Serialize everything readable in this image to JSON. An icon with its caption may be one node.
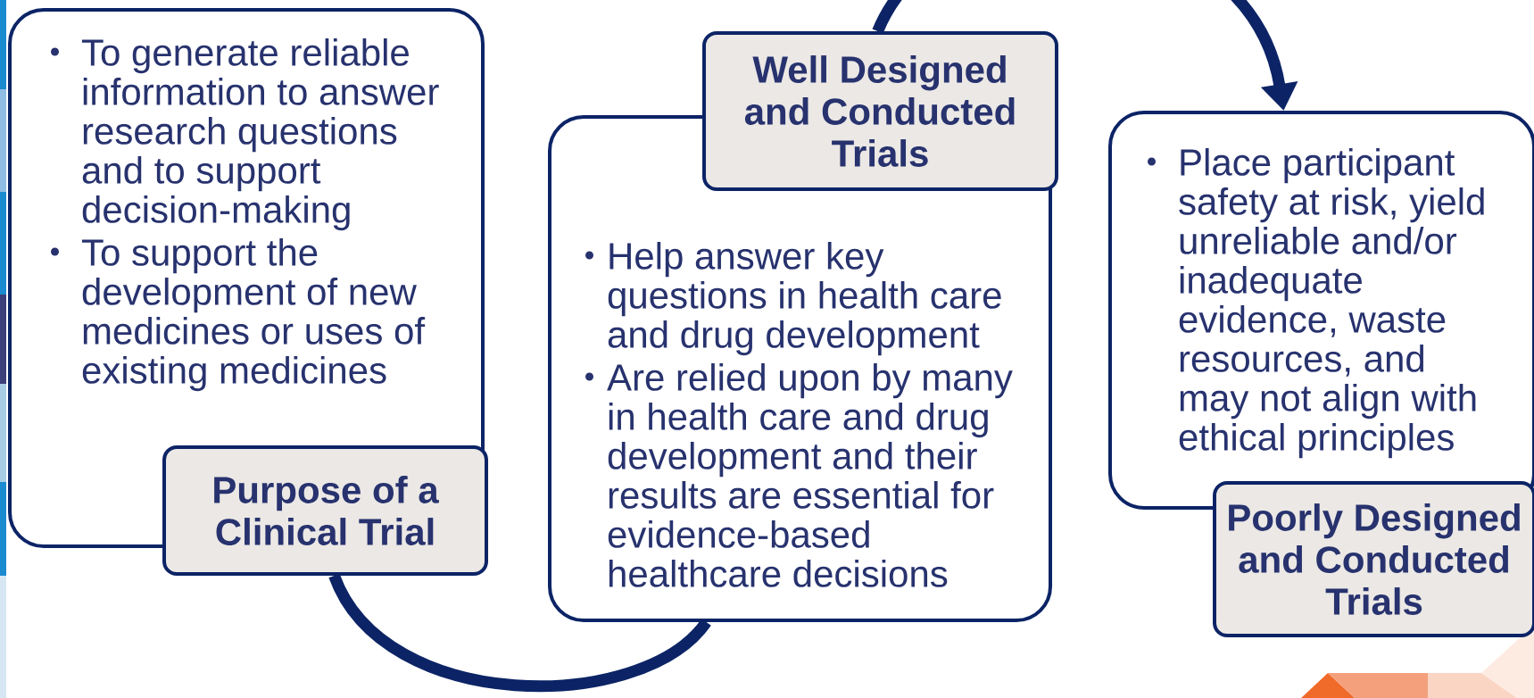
{
  "diagram": {
    "nodes": [
      {
        "text": [
          "To generate reliable information to answer research questions and to support decision-making",
          "To support the development of new medicines or uses of existing medicines"
        ]
      },
      {
        "text": [
          "Purpose of a Clinical Trial"
        ]
      },
      {
        "text": [
          "Well Designed and Conducted Trials"
        ]
      },
      {
        "text": [
          "Help answer key questions in health care and drug development",
          "Are relied upon by many in health care and drug development and their results are essential for evidence-based healthcare decisions"
        ]
      },
      {
        "text": [
          "Place participant safety at risk, yield unreliable and/or inadequate evidence, waste resources, and may not align with ethical principles"
        ]
      },
      {
        "text": [
          "Poorly Designed and Conducted Trials"
        ]
      }
    ],
    "edges": [
      {
        "from": 1,
        "to": 3,
        "arrow": "none"
      },
      {
        "from": 2,
        "to": 4,
        "arrow": "to"
      }
    ]
  }
}
